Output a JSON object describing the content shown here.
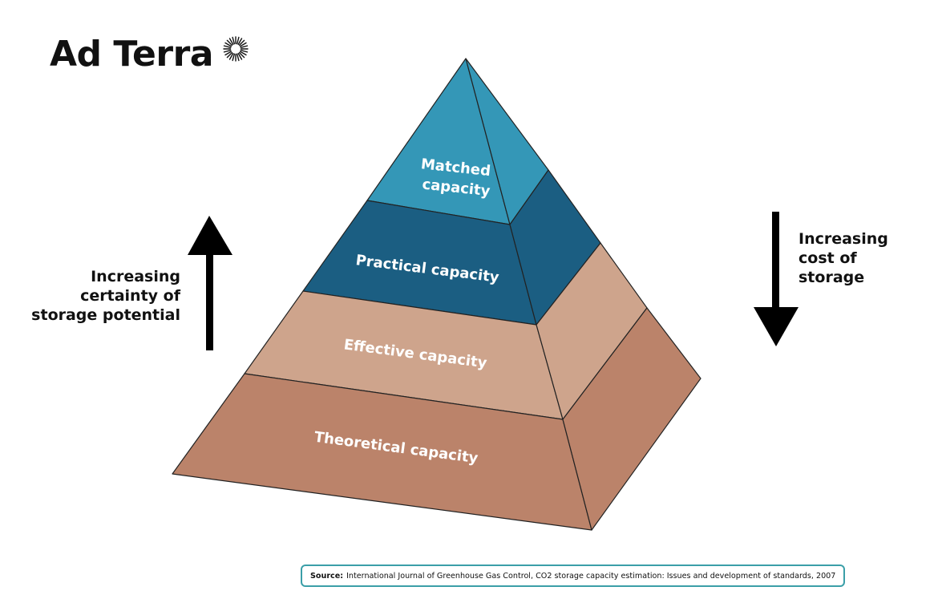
{
  "brand": {
    "name": "Ad Terra"
  },
  "pyramid": {
    "tiers": [
      {
        "label_lines": [
          "Matched",
          "capacity"
        ],
        "color": "#3497b7"
      },
      {
        "label_lines": [
          "Practical capacity"
        ],
        "color": "#1b5e82"
      },
      {
        "label_lines": [
          "Effective capacity"
        ],
        "color": "#cea48c"
      },
      {
        "label_lines": [
          "Theoretical capacity"
        ],
        "color": "#bb836a"
      }
    ]
  },
  "left_annotation": {
    "lines": [
      "Increasing",
      "certainty of",
      "storage potential"
    ]
  },
  "right_annotation": {
    "lines": [
      "Increasing",
      "cost of",
      "storage"
    ]
  },
  "source": {
    "key": "Source:",
    "text": "International Journal of Greenhouse Gas Control, CO2 storage capacity estimation: Issues and development of standards, 2007"
  },
  "colors": {
    "source_border": "#3b9fa8",
    "arrow": "#000000"
  }
}
